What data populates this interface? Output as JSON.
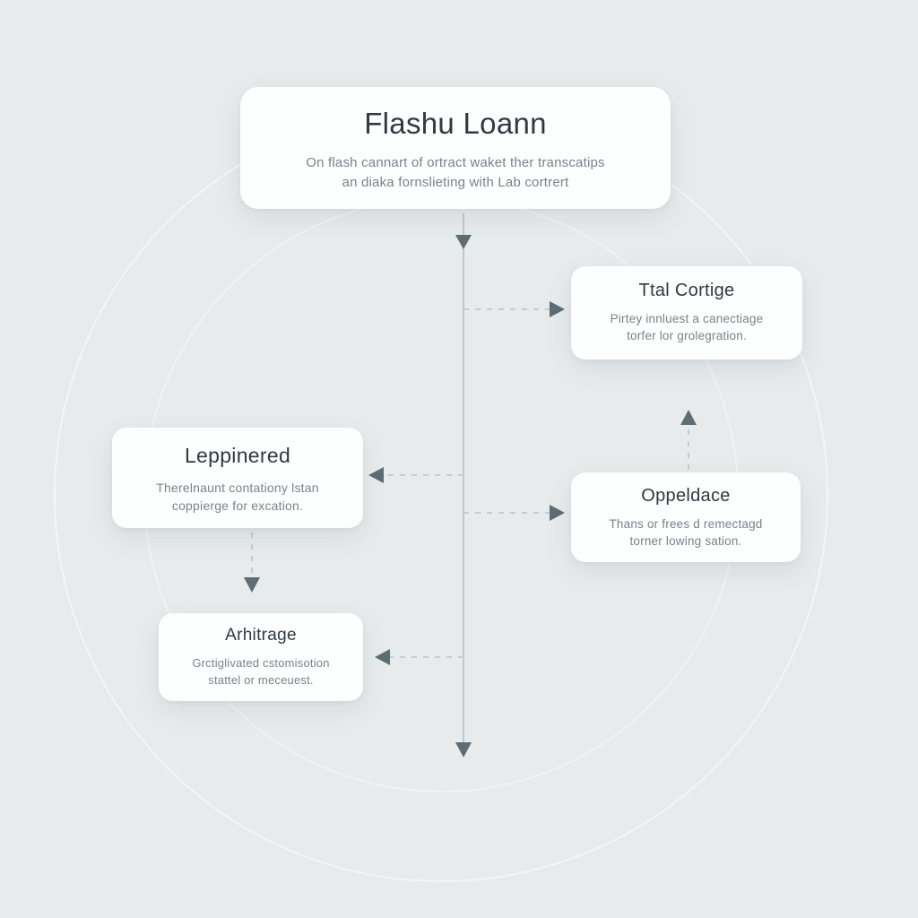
{
  "diagram": {
    "root": {
      "title": "Flashu Loann",
      "line1": "On flash cannart of ortract waket ther transcatips",
      "line2": "an diaka fornslieting with Lab cortrert"
    },
    "nodes": [
      {
        "title": "Ttal Cortige",
        "line1": "Pirtey innluest a canectiage",
        "line2": "torfer lor grolegration."
      },
      {
        "title": "Leppinered",
        "line1": "Therelnaunt contationy lstan",
        "line2": "coppierge for excation."
      },
      {
        "title": "Oppeldace",
        "line1": "Thans or frees d remectagd",
        "line2": "torner lowing sation."
      },
      {
        "title": "Arhitrage",
        "line1": "Grctiglivated cstomisotion",
        "line2": "stattel or meceuest."
      }
    ],
    "colors": {
      "background": "#e7ebec",
      "card": "#fdfefe",
      "title_text": "#2f3a41",
      "subtitle_text": "#77838a",
      "line": "#c2cdd1",
      "arrow": "#5e6c74"
    }
  }
}
